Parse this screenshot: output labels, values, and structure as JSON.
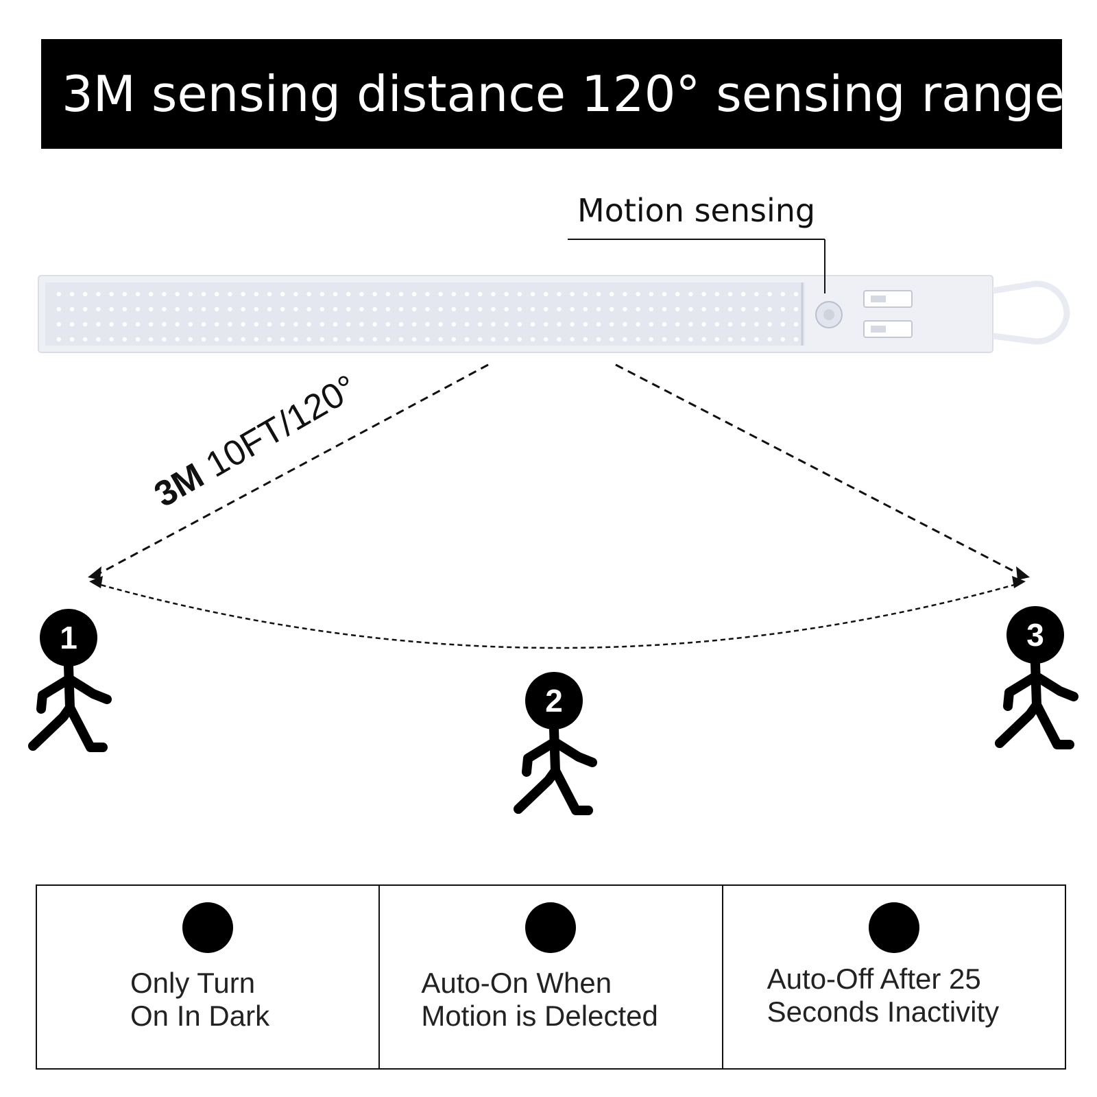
{
  "banner": {
    "title": "3M sensing distance 120°  sensing range"
  },
  "callout": {
    "label": "Motion sensing"
  },
  "range_label": {
    "strong": "3M",
    "rest": " 10FT/120°"
  },
  "people": [
    {
      "number": "1"
    },
    {
      "number": "2"
    },
    {
      "number": "3"
    }
  ],
  "features": [
    {
      "text": "Only Turn\nOn In Dark",
      "icon": "dot-icon"
    },
    {
      "text": "Auto-On When\nMotion is Delected",
      "icon": "dot-icon"
    },
    {
      "text": "Auto-Off After 25\nSeconds Inactivity",
      "icon": "dot-icon"
    }
  ],
  "colors": {
    "banner_bg": "#000000",
    "banner_text": "#ffffff",
    "light_bar": "#eef0f6",
    "ink": "#111111"
  }
}
